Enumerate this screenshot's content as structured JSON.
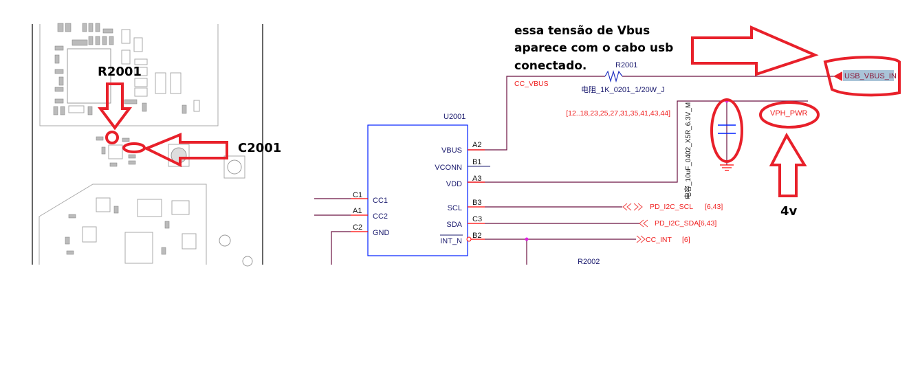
{
  "pcb": {
    "label_r2001": "R2001",
    "label_c2001": "C2001"
  },
  "annotation": {
    "line1": "essa tensão de Vbus",
    "line2": "aparece com o cabo usb",
    "line3": "conectado.",
    "voltage": "4v"
  },
  "schematic": {
    "ic_ref": "U2001",
    "right_pins": [
      {
        "name": "VBUS",
        "num": "A2"
      },
      {
        "name": "VCONN",
        "num": "B1"
      },
      {
        "name": "VDD",
        "num": "A3"
      },
      {
        "name": "SCL",
        "num": "B3"
      },
      {
        "name": "SDA",
        "num": "C3"
      },
      {
        "name": "INT_N",
        "num": "B2"
      }
    ],
    "left_pins": [
      {
        "name": "CC1",
        "num": "C1"
      },
      {
        "name": "CC2",
        "num": "A1"
      },
      {
        "name": "GND",
        "num": "C2"
      }
    ],
    "net_cc_vbus": "CC_VBUS",
    "resistor_ref": "R2001",
    "resistor_value": "电阻_1K_0201_1/20W_J",
    "usb_vbus_in": "USB_VBUS_IN",
    "vph_pwr": "VPH_PWR",
    "vph_pages": "[12..18,23,25,27,31,35,41,43,44]",
    "cap_value": "电容_10uF_0402_X5R_6.3V_M",
    "nets": [
      {
        "name": "PD_I2C_SCL",
        "pages": "[6,43]"
      },
      {
        "name": "PD_I2C_SDA",
        "pages": "[6,43]"
      },
      {
        "name": "CC_INT",
        "pages": "[6]"
      }
    ],
    "next_ref": "R2002"
  },
  "colors": {
    "annotation": "#e8202a",
    "ic_outline": "#0000ff",
    "wire": "#6b1040",
    "highlight": "#a9c4d8"
  }
}
